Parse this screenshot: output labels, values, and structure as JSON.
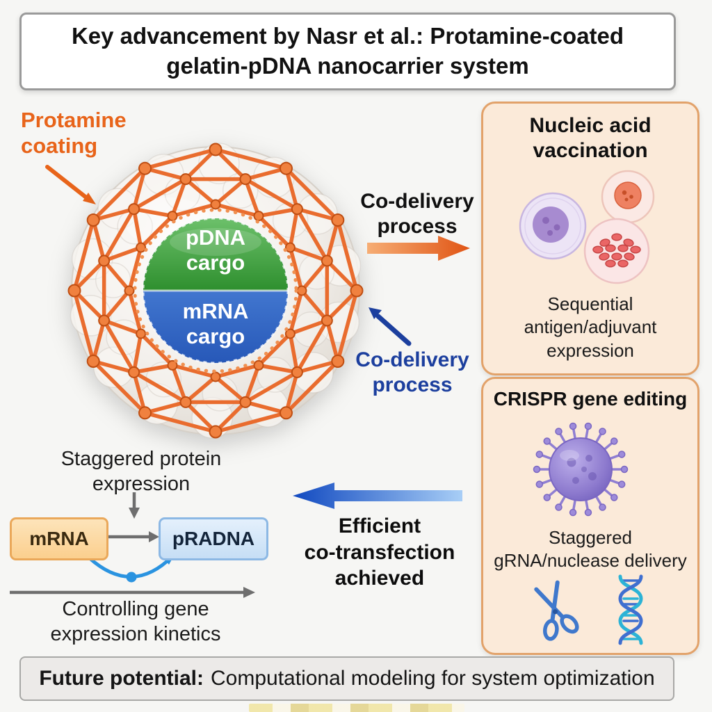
{
  "header": {
    "title": "Key advancement by Nasr et al.: Protamine-coated\ngelatin-pDNA nanocarrier system"
  },
  "nanoparticle": {
    "coating_label": "Protamine\ncoating",
    "pdna_line1": "pDNA",
    "pdna_line2": "cargo",
    "mrna_line1": "mRNA",
    "mrna_line2": "cargo"
  },
  "codelivery": {
    "top_label": "Co-delivery\nprocess",
    "bottom_label": "Co-delivery\nprocess"
  },
  "vaccination": {
    "title": "Nucleic acid\nvaccination",
    "caption": "Sequential\nantigen/adjuvant\nexpression"
  },
  "crispr": {
    "title": "CRISPR gene editing",
    "caption": "Staggered\ngRNA/nuclease delivery"
  },
  "flow": {
    "title": "Staggered protein\nexpression",
    "mrna_box_label": "mRNA",
    "pradna_box_label": "pRADNA",
    "caption": "Controlling gene\nexpression kinetics"
  },
  "transfection": {
    "label": "Efficient\nco-transfection\nachieved"
  },
  "footer": {
    "lead": "Future potential:",
    "text": "Computational modeling for system optimization"
  },
  "colors": {
    "protamine_orange": "#e8641a",
    "codelivery_blue": "#1c3f9e",
    "panel_bg": "#fbead9",
    "panel_border": "#e2a26a",
    "pdna_green": "#2e8f2e",
    "mrna_blue": "#2758b8",
    "transfection_arrow_blue": "#1149c0"
  }
}
